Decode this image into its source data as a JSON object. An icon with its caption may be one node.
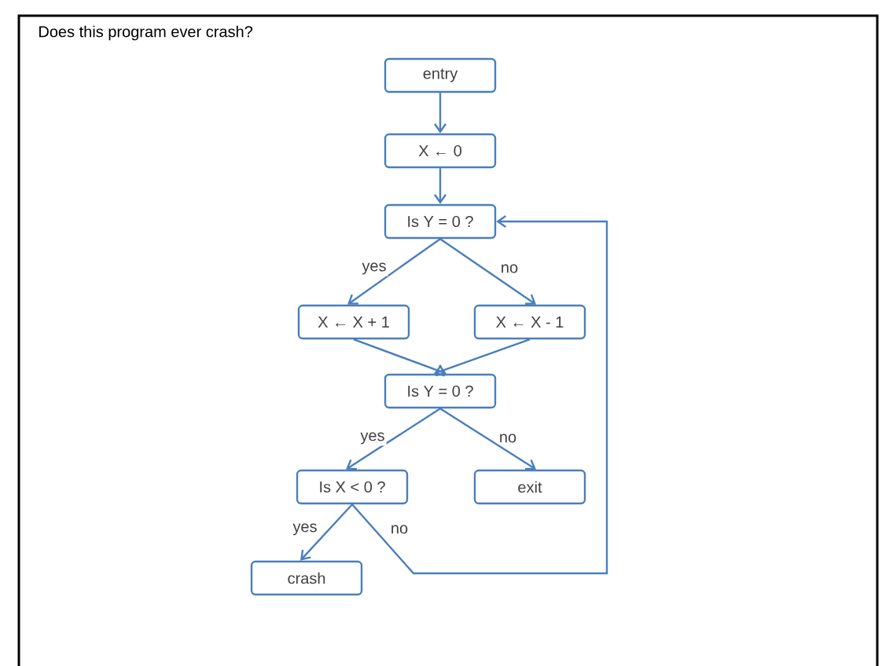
{
  "diagram": {
    "title": "Does this program ever crash?",
    "nodes": [
      {
        "text": [
          "entry"
        ]
      },
      {
        "text": [
          "X ← 0"
        ]
      },
      {
        "text": [
          "Is Y = 0 ?"
        ]
      },
      {
        "text": [
          "X ← X + 1"
        ]
      },
      {
        "text": [
          "X ← X - 1"
        ]
      },
      {
        "text": [
          "Is Y = 0 ?"
        ]
      },
      {
        "text": [
          "Is X < 0 ?"
        ]
      },
      {
        "text": [
          "exit"
        ]
      },
      {
        "text": [
          "crash"
        ]
      }
    ],
    "edges": [
      {
        "from": 0,
        "to": 1,
        "arrow": "to"
      },
      {
        "from": 1,
        "to": 2,
        "arrow": "to"
      },
      {
        "from": 2,
        "to": 3,
        "arrow": "to",
        "label": "yes"
      },
      {
        "from": 2,
        "to": 4,
        "arrow": "to",
        "label": "no"
      },
      {
        "from": 3,
        "to": 5,
        "arrow": "to"
      },
      {
        "from": 4,
        "to": 5,
        "arrow": "to"
      },
      {
        "from": 5,
        "to": 6,
        "arrow": "to",
        "label": "yes"
      },
      {
        "from": 5,
        "to": 7,
        "arrow": "to",
        "label": "no"
      },
      {
        "from": 6,
        "to": 8,
        "arrow": "to",
        "label": "yes"
      },
      {
        "from": 6,
        "to": 2,
        "arrow": "to",
        "label": "no"
      }
    ]
  }
}
